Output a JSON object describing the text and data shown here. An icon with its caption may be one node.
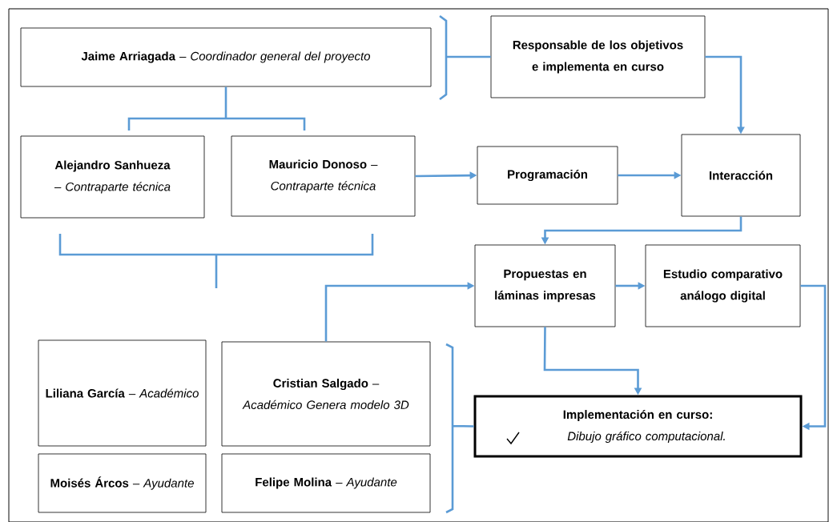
{
  "diagram": {
    "nodes": [
      {
        "text": [
          "**Jaime Arriagada** – *Coordinador general del proyecto*"
        ]
      },
      {
        "text": [
          "**Alejandro Sanhueza** – *Contraparte técnica*"
        ]
      },
      {
        "text": [
          "**Mauricio Donoso** – *Contraparte técnica*"
        ]
      },
      {
        "text": [
          "Responsable de los objetivos e implementa en curso"
        ]
      },
      {
        "text": [
          "Programación"
        ]
      },
      {
        "text": [
          "Interacción"
        ]
      },
      {
        "text": [
          "Propuestas en láminas impresas"
        ]
      },
      {
        "text": [
          "Estudio comparativo análogo digital"
        ]
      },
      {
        "text": [
          "Implementación en curso:",
          "Dibujo gráfico computacional."
        ]
      },
      {
        "text": [
          "**Liliana García** – *Académico*"
        ]
      },
      {
        "text": [
          "**Cristian Salgado** – *Académico Genera modelo 3D*"
        ]
      },
      {
        "text": [
          "**Moisés Árcos** – *Ayudante*"
        ]
      },
      {
        "text": [
          "**Felipe Molina** – *Ayudante*"
        ]
      }
    ],
    "edges": [
      {
        "from": 0,
        "to": 1,
        "arrow": "none"
      },
      {
        "from": 0,
        "to": 2,
        "arrow": "none"
      },
      {
        "from": 0,
        "to": 3,
        "arrow": "none"
      },
      {
        "from": 2,
        "to": 4,
        "arrow": "to"
      },
      {
        "from": 4,
        "to": 5,
        "arrow": "to"
      },
      {
        "from": 3,
        "to": 5,
        "arrow": "to"
      },
      {
        "from": 5,
        "to": 6,
        "arrow": "to"
      },
      {
        "from": 10,
        "to": 6,
        "arrow": "to"
      },
      {
        "from": 6,
        "to": 7,
        "arrow": "to"
      },
      {
        "from": 6,
        "to": 8,
        "arrow": "to"
      },
      {
        "from": 7,
        "to": 8,
        "arrow": "to"
      },
      {
        "from": 10,
        "to": 8,
        "arrow": "none"
      },
      {
        "from": 12,
        "to": 8,
        "arrow": "none"
      }
    ]
  }
}
